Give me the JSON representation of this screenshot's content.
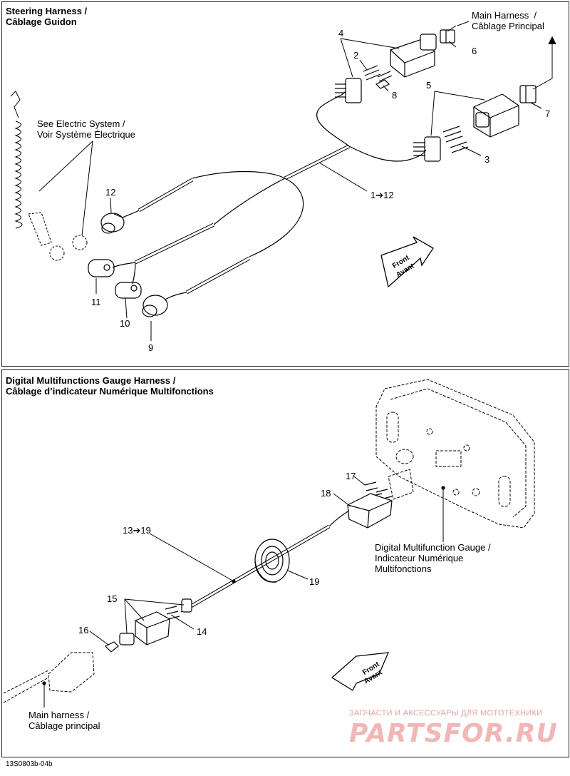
{
  "top_panel": {
    "title_line1": "Steering Harness /",
    "title_line2": "Câblage Guidon",
    "main_harness_line1": "Main Harness  /",
    "main_harness_line2": "Câblage Principal",
    "electric_line1": "See Electric System /",
    "electric_line2": "Voir Système Électrique",
    "front_line1": "Front",
    "front_line2": "Avant",
    "range_label": "1➔12",
    "callouts": [
      "2",
      "3",
      "4",
      "5",
      "6",
      "7",
      "8",
      "9",
      "10",
      "11",
      "12"
    ]
  },
  "bottom_panel": {
    "title_line1": "Digital Multifunctions Gauge Harness /",
    "title_line2": "Câblage d’indicateur Numérique Multifonctions",
    "gauge_line1": "Digital Multifunction Gauge /",
    "gauge_line2": "Indicateur Numérique",
    "gauge_line3": "Multifonctions",
    "main_harness_line1": "Main harness /",
    "main_harness_line2": "Câblage principal",
    "front_line1": "Front",
    "front_line2": "Avant",
    "range_label": "13➔19",
    "callouts": [
      "14",
      "15",
      "16",
      "17",
      "18",
      "19"
    ]
  },
  "footer": {
    "drawing_code": "13S0803b-04b",
    "watermark_tagline": "ЗАПЧАСТИ И АКСЕССУАРЫ ДЛЯ МОТОТЕХНИКИ",
    "watermark_logo": "PARTSFOR.RU"
  }
}
